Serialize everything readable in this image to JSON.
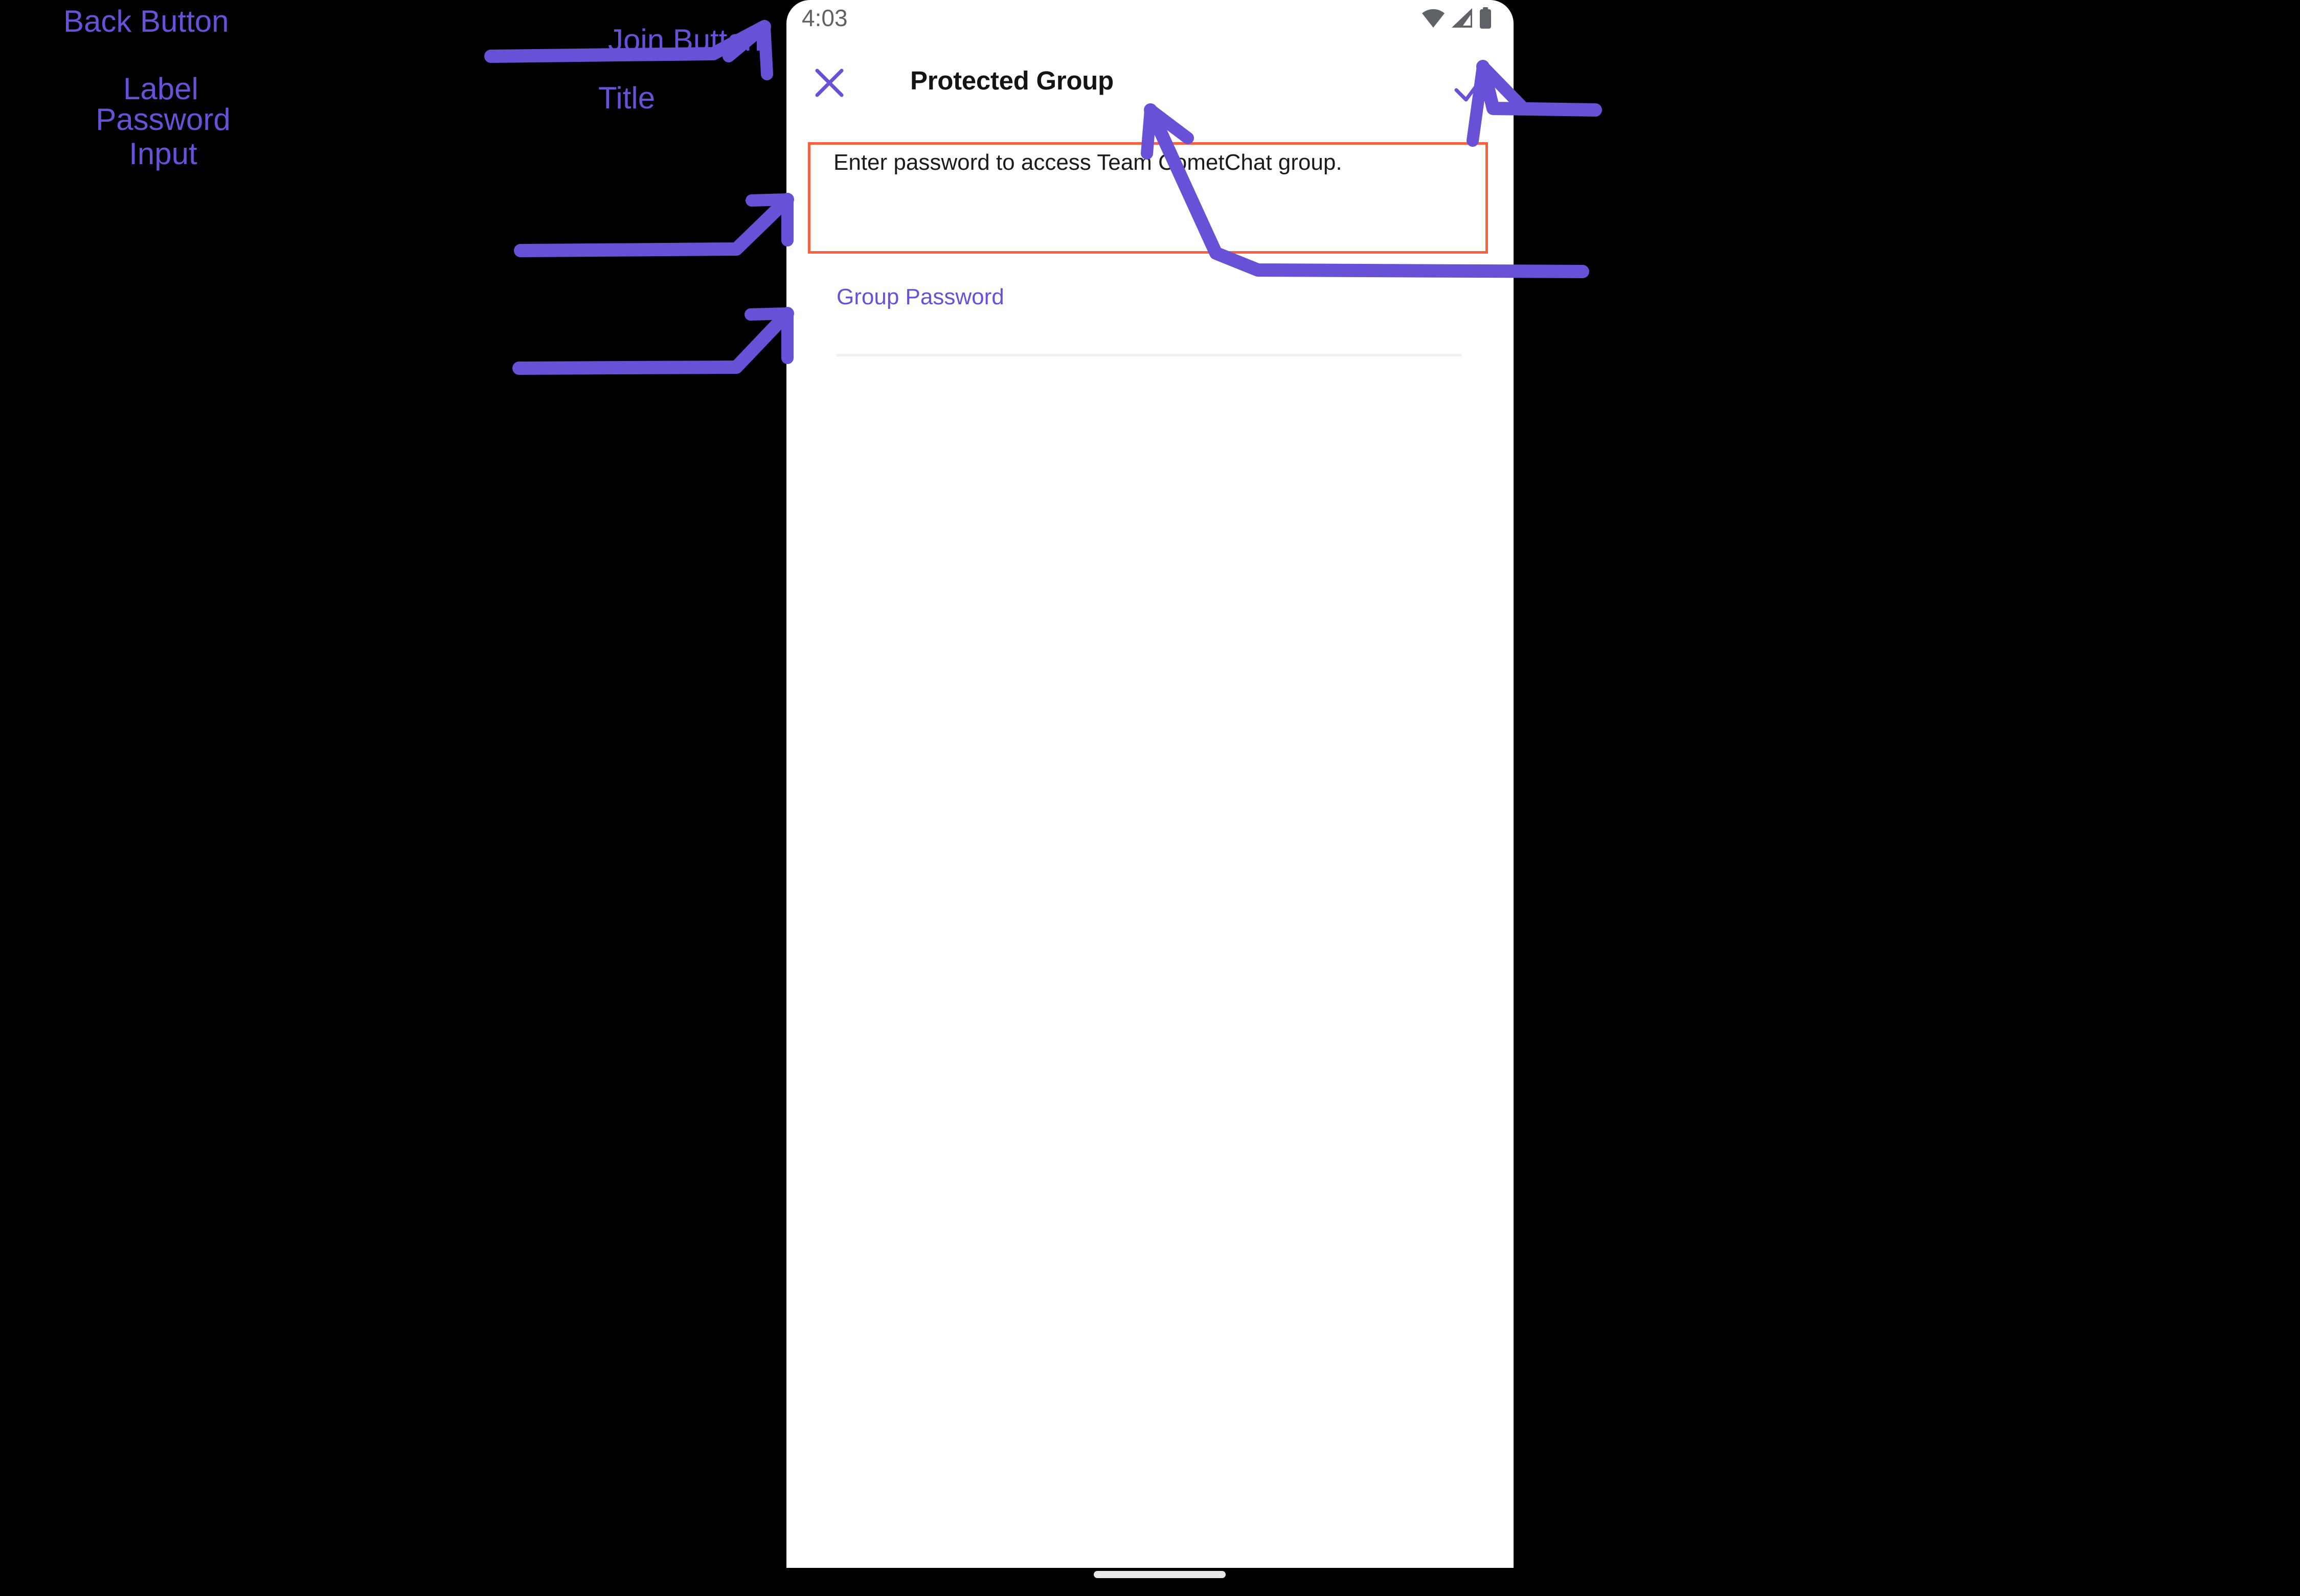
{
  "statusbar": {
    "time": "4:03",
    "icons": [
      "wifi-icon",
      "cellular-signal-icon",
      "battery-icon"
    ]
  },
  "appbar": {
    "close_icon": "close-x-icon",
    "title": "Protected Group",
    "join_icon": "check-icon"
  },
  "content": {
    "description": "Enter password to access Team CometChat group.",
    "password_label": "Group Password",
    "password_value": "",
    "password_placeholder": ""
  },
  "annotations": {
    "back_button": "Back Button",
    "label": "Label",
    "password_input": "Password\nInput",
    "join_button": "Join Button",
    "title": "Title"
  },
  "colors": {
    "accent_purple": "#6851D6",
    "annotation_red": "#F9603F",
    "background": "#000000",
    "screen": "#ffffff",
    "title_text": "#141414",
    "status_text": "#5f6368",
    "underline": "#efefef"
  }
}
